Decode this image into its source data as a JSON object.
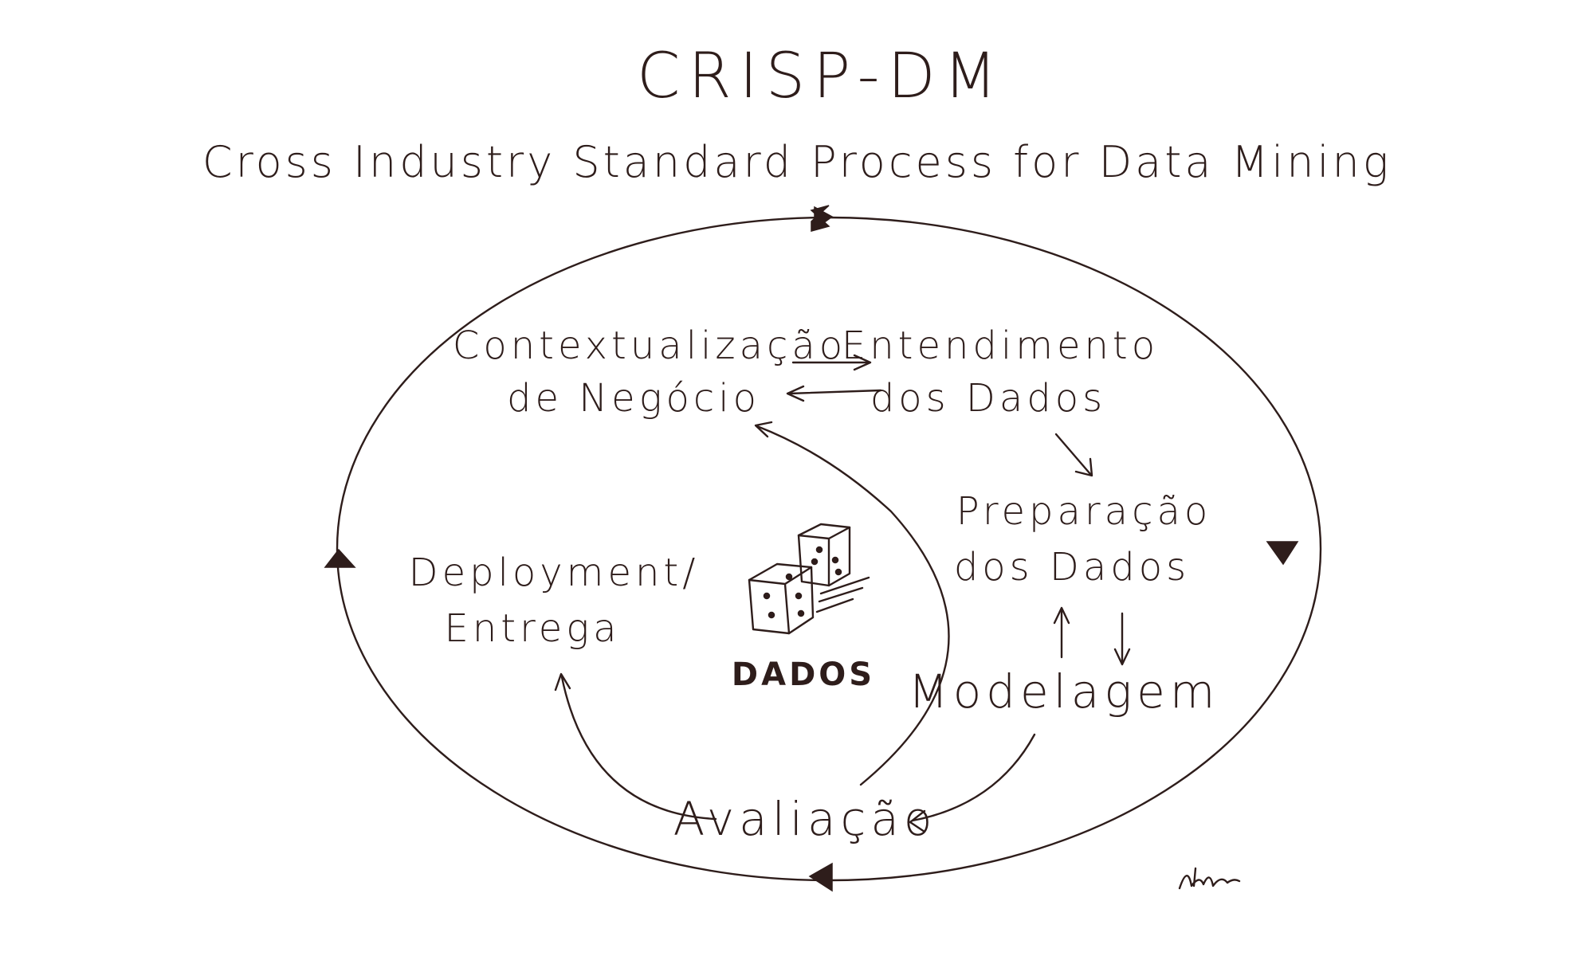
{
  "title": "CRISP-DM",
  "subtitle": "Cross Industry Standard Process for Data Mining",
  "phases": {
    "business": [
      "Contextualização",
      "de Negócio"
    ],
    "data_understanding": [
      "Entendimento",
      "dos Dados"
    ],
    "data_preparation": [
      "Preparação",
      "dos Dados"
    ],
    "modeling": "Modelagem",
    "evaluation": "Avaliação",
    "deployment": [
      "Deployment/",
      "Entrega"
    ]
  },
  "center": {
    "label": "DADOS",
    "icon": "dice-icon"
  },
  "colors": {
    "ink": "#2e1d1b",
    "background": "#ffffff"
  }
}
